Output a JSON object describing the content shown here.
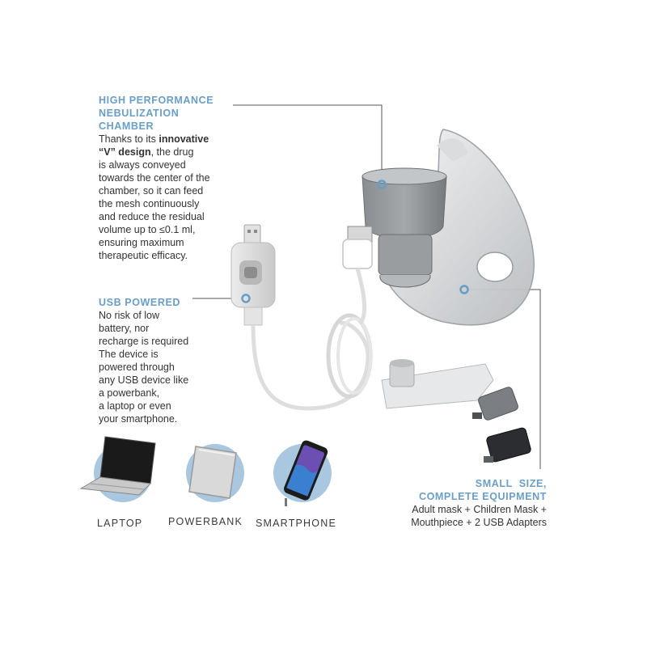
{
  "accent_color": "#6a9ec7",
  "chamber": {
    "heading": [
      "HIGH PERFORMANCE",
      "NEBULIZATION",
      "CHAMBER"
    ],
    "body": {
      "pre": "Thanks to its ",
      "bold1": "innovative",
      "bold2": "“V” design",
      "post1": ", the drug",
      "lines": [
        "is always conveyed",
        "towards the center of the",
        "chamber, so it can feed",
        "the mesh continuously",
        "and reduce the residual",
        "volume up to ≤0.1 ml,",
        "ensuring maximum",
        "therapeutic efficacy."
      ]
    }
  },
  "usb": {
    "heading": "USB POWERED",
    "lines": [
      "No risk of low",
      "battery, nor",
      "recharge is required",
      "The device is",
      "powered through",
      "any USB device like",
      "a powerbank,",
      "a laptop or even",
      "your smartphone."
    ]
  },
  "equipment": {
    "heading": [
      "SMALL  SIZE,",
      "COMPLETE EQUIPMENT"
    ],
    "lines": [
      "Adult mask + Children Mask +",
      "Mouthpiece + 2 USB Adapters"
    ]
  },
  "devices": [
    {
      "label": "LAPTOP",
      "icon": "laptop-icon"
    },
    {
      "label": "POWERBANK",
      "icon": "powerbank-icon"
    },
    {
      "label": "SMARTPHONE",
      "icon": "smartphone-icon"
    }
  ]
}
